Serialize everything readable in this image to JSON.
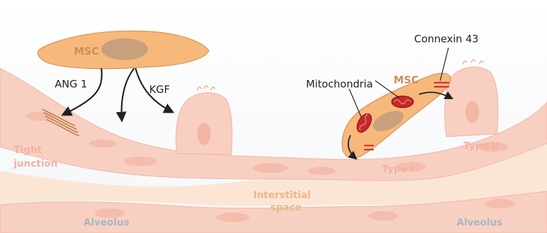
{
  "labels": {
    "msc_left": "MSC",
    "msc_right": "MSC",
    "ang1": "ANG 1",
    "kgf": "KGF",
    "connexin": "Connexin 43",
    "mitochondria": "Mitochondria",
    "tight": "Tight",
    "junction": "junction",
    "type2": "Type II",
    "type1": "Type I",
    "interstitial": "Interstitial",
    "space": "space",
    "alveolus_left": "Alveolus",
    "alveolus_right": "Alveolus"
  },
  "colors": {
    "tissue": "#f8d2c5",
    "tissue_edge": "#f0b2a2",
    "interstitial": "#fbe5d6",
    "msc_fill": "#f6b97a",
    "msc_edge": "#d89a5d",
    "nucleus": "#c9a07c",
    "mito": "#c62828",
    "junction_mark": "#d32f2f"
  }
}
